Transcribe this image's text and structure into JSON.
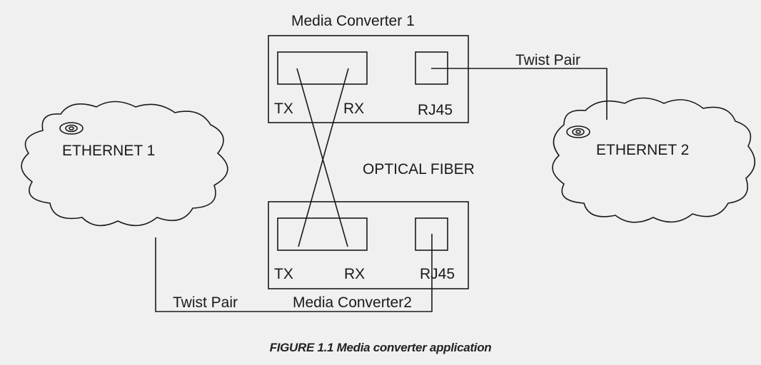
{
  "converter_top": {
    "title": "Media Converter 1",
    "tx": "TX",
    "rx": "RX",
    "rj45": "RJ45"
  },
  "converter_bottom": {
    "title": "Media Converter2",
    "tx": "TX",
    "rx": "RX",
    "rj45": "RJ45"
  },
  "ethernet_left": {
    "label": "ETHERNET 1"
  },
  "ethernet_right": {
    "label": "ETHERNET 2"
  },
  "fiber_label": "OPTICAL FIBER",
  "twist_pair_top": "Twist Pair",
  "twist_pair_bottom": "Twist Pair",
  "caption": "FIGURE 1.1 Media converter application",
  "colors": {
    "ink": "#1a1a1a",
    "background": "#f0f0f0"
  }
}
